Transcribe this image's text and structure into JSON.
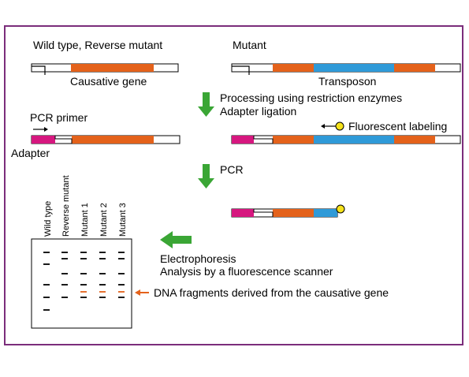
{
  "labels": {
    "wild_reverse": "Wild type, Reverse mutant",
    "mutant": "Mutant",
    "causative_gene": "Causative gene",
    "transposon": "Transposon",
    "processing": "Processing using restriction enzymes",
    "adapter_ligation": "Adapter ligation",
    "pcr_primer": "PCR primer",
    "fluorescent_labeling": "Fluorescent labeling",
    "adapter": "Adapter",
    "pcr": "PCR",
    "electrophoresis": "Electrophoresis",
    "analysis": "Analysis by a fluorescence scanner",
    "dna_fragments": "DNA fragments derived from the causative gene"
  },
  "lanes": [
    "Wild type",
    "Reverse mutant",
    "Mutant 1",
    "Mutant 2",
    "Mutant 3"
  ],
  "colors": {
    "frame": "#7b2d7b",
    "gene": "#e4621b",
    "transposon": "#2f9ad8",
    "adapter": "#d6177f",
    "arrow": "#3aa635",
    "label_dot": "#f5e21a",
    "band": "#000000"
  }
}
